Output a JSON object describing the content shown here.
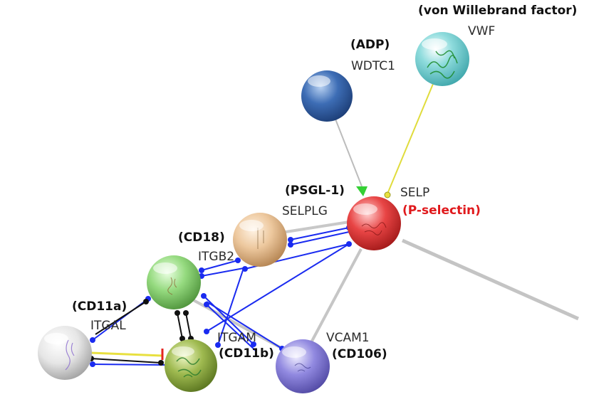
{
  "colors": {
    "edge_blue": "#1a2bf0",
    "edge_black": "#111111",
    "edge_yellow": "#e8e040",
    "edge_gray": "#bdbdbd",
    "edge_green_arrow": "#35d035",
    "alias_red": "#e0191c"
  },
  "nodes": [
    {
      "id": "WDTC1",
      "label": "WDTC1",
      "alias": "(ADP)",
      "color": "#2f5fa8",
      "structure": "none"
    },
    {
      "id": "VWF",
      "label": "VWF",
      "alias": "(von Willebrand factor)",
      "color": "#7fd6d8",
      "structure": "protein-structure"
    },
    {
      "id": "SELP",
      "label": "SELP",
      "alias": "(P-selectin)",
      "color": "#e23a3a",
      "structure": "protein-structure"
    },
    {
      "id": "SELPLG",
      "label": "SELPLG",
      "alias": "(PSGL-1)",
      "color": "#ecc49a",
      "structure": "protein-structure"
    },
    {
      "id": "ITGB2",
      "label": "ITGB2",
      "alias": "(CD18)",
      "color": "#8fd67a",
      "structure": "protein-structure"
    },
    {
      "id": "ITGAL",
      "label": "ITGAL",
      "alias": "(CD11a)",
      "color": "#e6e6e6",
      "structure": "protein-structure"
    },
    {
      "id": "ITGAM",
      "label": "ITGAM",
      "alias": "(CD11b)",
      "color": "#9ab548",
      "structure": "protein-structure"
    },
    {
      "id": "VCAM1",
      "label": "VCAM1",
      "alias": "(CD106)",
      "color": "#8f86dc",
      "structure": "protein-structure"
    }
  ]
}
